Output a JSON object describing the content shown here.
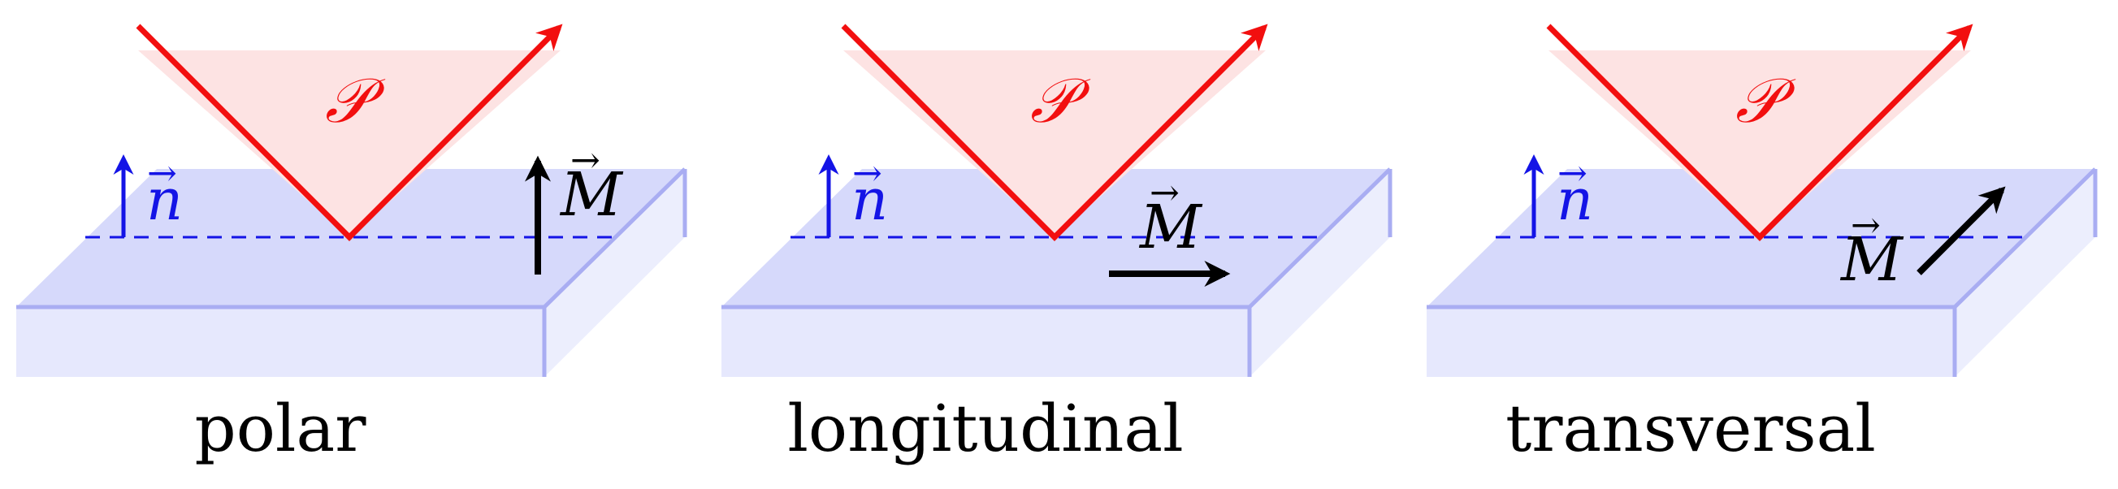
{
  "colors": {
    "slab_top": "#d6d9fb",
    "slab_front": "#e6e8fd",
    "slab_side": "#eceefd",
    "slab_edge": "#a9adf2",
    "plane_fill": "#fde3e3",
    "beam": "#f20f0f",
    "normal": "#1414e6",
    "magnetization": "#000000",
    "dashed_line": "#1414e6"
  },
  "symbols": {
    "plane": "𝒫",
    "normal": "n",
    "magnetization": "M",
    "vector_arrow": "→"
  },
  "panels": [
    {
      "id": "polar",
      "label": "polar",
      "magnetization_direction": "out-of-plane"
    },
    {
      "id": "longitudinal",
      "label": "longitudinal",
      "magnetization_direction": "in-plane, parallel to plane of incidence"
    },
    {
      "id": "transversal",
      "label": "transversal",
      "magnetization_direction": "in-plane, perpendicular to plane of incidence"
    }
  ]
}
